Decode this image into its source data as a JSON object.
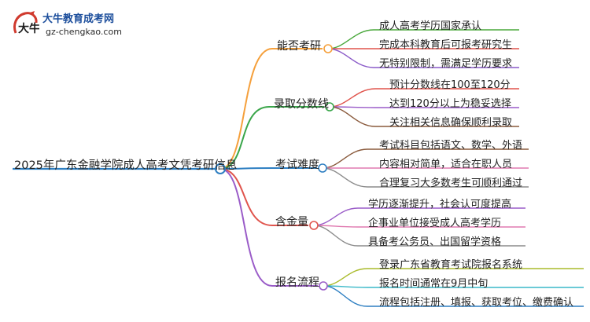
{
  "logo": {
    "mark_text": "大牛",
    "title": "大牛教育成考网",
    "url": "gz-chengkao.com"
  },
  "root": "2025年广东金融学院成人高考文凭考研信息",
  "branches": [
    {
      "label": "能否考研",
      "color": "#f5a03c",
      "leaves": [
        "成人高考学历国家承认",
        "完成本科教育后可报考研究生",
        "无特别限制，需满足学历要求"
      ],
      "leaf_colors": [
        "#4aa83c",
        "#e0544c",
        "#8a5ac8"
      ]
    },
    {
      "label": "录取分数线",
      "color": "#3aa64a",
      "leaves": [
        "预计分数线在100至120分",
        "达到120分以上为稳妥选择",
        "关注相关信息确保顺利录取"
      ],
      "leaf_colors": [
        "#e0544c",
        "#9a5cc8",
        "#8a5a3c"
      ]
    },
    {
      "label": "考试难度",
      "color": "#2e7fc2",
      "leaves": [
        "考试科目包括语文、数学、外语",
        "内容相对简单，适合在职人员",
        "合理复习大多数考生可顺利通过"
      ],
      "leaf_colors": [
        "#8a5a3c",
        "#e07ab0",
        "#8c8c8c"
      ]
    },
    {
      "label": "含金量",
      "color": "#e0544c",
      "leaves": [
        "学历逐渐提升，社会认可度提高",
        "企事业单位接受成人高考学历",
        "具备考公务员、出国留学资格"
      ],
      "leaf_colors": [
        "#9a5cc8",
        "#e07ab0",
        "#8c8c8c"
      ]
    },
    {
      "label": "报名流程",
      "color": "#9a5cc8",
      "leaves": [
        "登录广东省教育考试院报名系统",
        "报名时间通常在9月中旬",
        "流程包括注册、填报、获取考位、缴费确认"
      ],
      "leaf_colors": [
        "#aabb2c",
        "#3ab8c8",
        "#2e7fc2"
      ]
    }
  ],
  "colors": {
    "root_line": "#2e7fc2",
    "root_node": "#2e7fc2"
  }
}
